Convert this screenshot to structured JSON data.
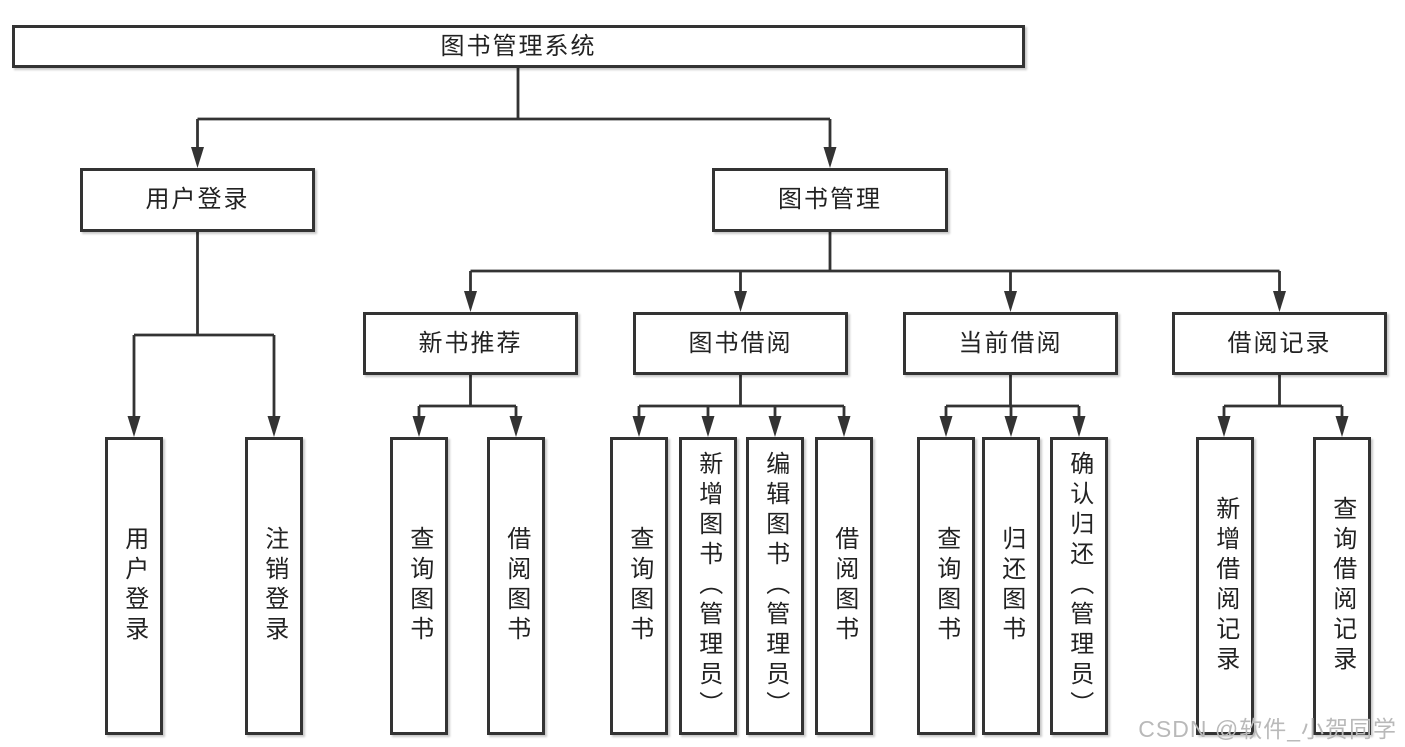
{
  "diagram": {
    "root": {
      "label": "图书管理系统"
    },
    "level2": [
      {
        "label": "用户登录"
      },
      {
        "label": "图书管理"
      }
    ],
    "level3": [
      {
        "label": "新书推荐"
      },
      {
        "label": "图书借阅"
      },
      {
        "label": "当前借阅"
      },
      {
        "label": "借阅记录"
      }
    ],
    "leaves": [
      "用户登录",
      "注销登录",
      "查询图书",
      "借阅图书",
      "查询图书",
      "新增图书（管理员）",
      "编辑图书（管理员）",
      "借阅图书",
      "查询图书",
      "归还图书",
      "确认归还（管理员）",
      "新增借阅记录",
      "查询借阅记录"
    ],
    "watermark": "CSDN @软件_小贺同学",
    "colors": {
      "line": "#333333",
      "text": "#222222",
      "background": "#ffffff",
      "watermark": "#b9b9b9"
    }
  }
}
